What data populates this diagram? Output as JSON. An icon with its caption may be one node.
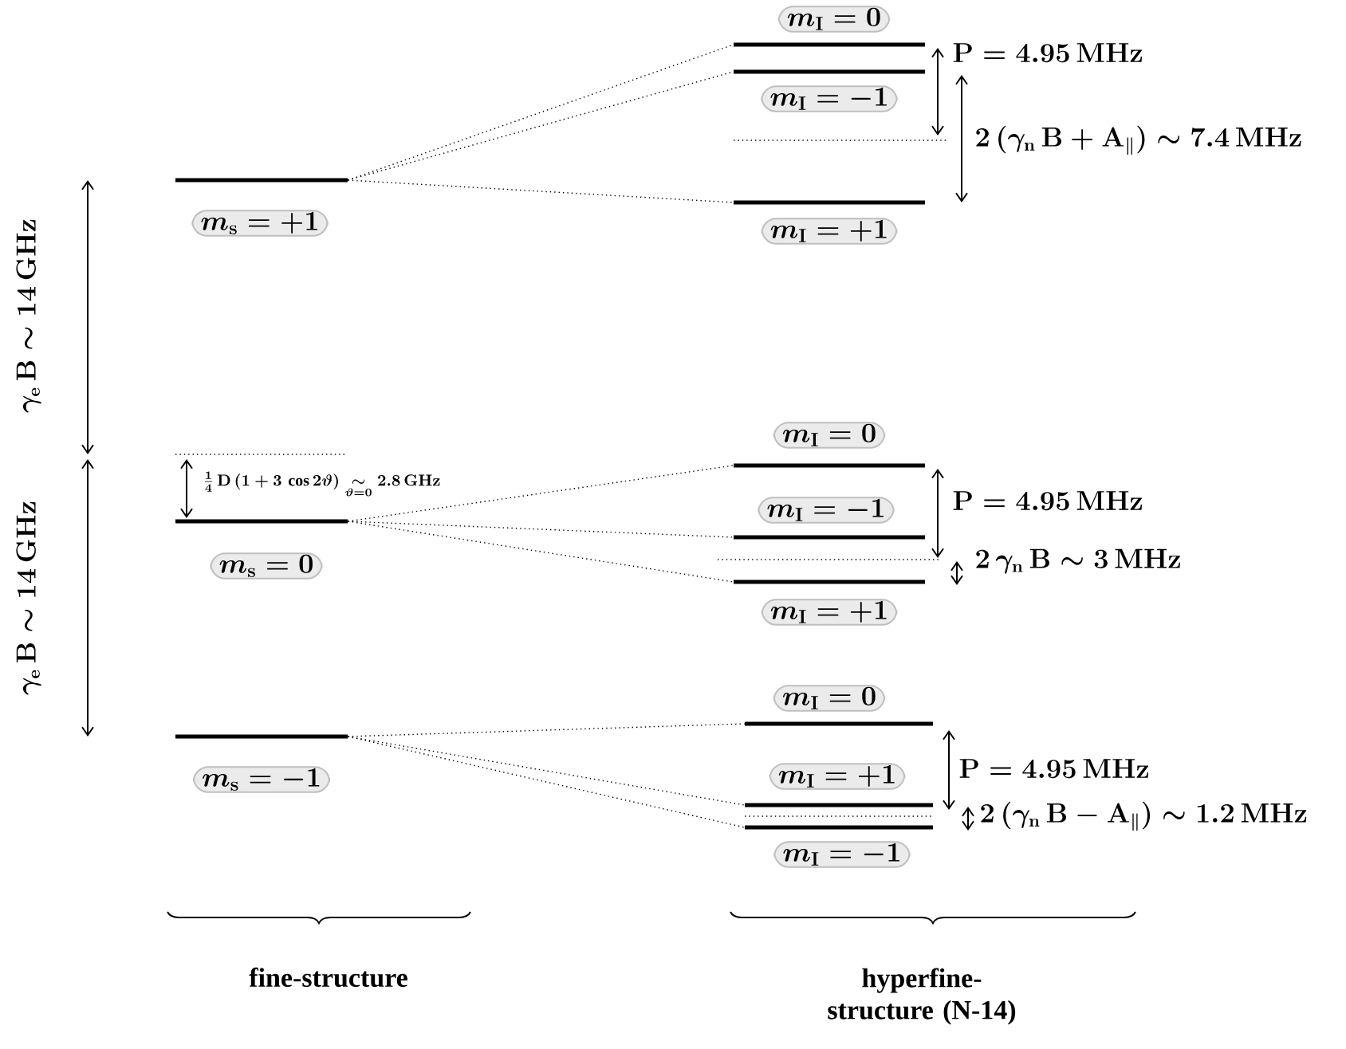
{
  "diagram": {
    "nodes": [
      {
        "text": [
          "m_{\\mathbf{s}} = +1"
        ]
      },
      {
        "text": [
          "m_{\\mathbf{I}} = 0"
        ]
      },
      {
        "text": [
          "m_{\\mathbf{I}} = -1"
        ]
      },
      {
        "text": [
          "m_{\\mathbf{I}} = +1"
        ]
      },
      {
        "text": [
          "m_{\\mathbf{s}} = 0"
        ]
      },
      {
        "text": [
          "m_{\\mathbf{I}} = 0"
        ]
      },
      {
        "text": [
          "m_{\\mathbf{I}} = -1"
        ]
      },
      {
        "text": [
          "m_{\\mathbf{I}} = +1"
        ]
      },
      {
        "text": [
          "m_{\\mathbf{s}} = -1"
        ]
      },
      {
        "text": [
          "m_{\\mathbf{I}} = 0"
        ]
      },
      {
        "text": [
          "m_{\\mathbf{I}} = +1"
        ]
      },
      {
        "text": [
          "m_{\\mathbf{I}} = -1"
        ]
      }
    ],
    "edges": [
      {
        "from": 0,
        "to": 1,
        "arrow": "none"
      },
      {
        "from": 0,
        "to": 2,
        "arrow": "none"
      },
      {
        "from": 0,
        "to": 3,
        "arrow": "none"
      },
      {
        "from": 4,
        "to": 5,
        "arrow": "none"
      },
      {
        "from": 4,
        "to": 6,
        "arrow": "none"
      },
      {
        "from": 4,
        "to": 7,
        "arrow": "none"
      },
      {
        "from": 8,
        "to": 9,
        "arrow": "none"
      },
      {
        "from": 8,
        "to": 10,
        "arrow": "none"
      },
      {
        "from": 8,
        "to": 11,
        "arrow": "none"
      }
    ],
    "labels": [
      "\\mathbf{P} = \\mathbf{4.95\\,MHz}",
      "2\\,(\\gamma_{\\mathbf{n}}\\,\\mathbf{B} + \\mathbf{A}_{\\parallel}) \\sim \\mathbf{7.4\\,MHz}",
      "\\gamma_{\\mathbf{e}}\\,\\mathbf{B} \\sim \\mathbf{14\\,GHz}",
      "\\tfrac{1}{4}\\,\\mathbf{D}\\,(1 + 3\\,\\cos 2\\vartheta) \\underset{\\vartheta=0}{\\sim} \\mathbf{2.8\\,GHz}",
      "\\mathbf{P} = \\mathbf{4.95\\,MHz}",
      "\\gamma_{\\mathbf{e}}\\,\\mathbf{B} \\sim \\mathbf{14\\,GHz}",
      "2\\,\\gamma_{\\mathbf{n}}\\,\\mathbf{B} \\sim \\mathbf{3\\,MHz}",
      "\\mathbf{P} = \\mathbf{4.95\\,MHz}",
      "2\\,(\\gamma_{\\mathbf{n}}\\,\\mathbf{B} - \\mathbf{A}_{\\parallel}) \\sim \\mathbf{1.2\\,MHz}",
      "fine-structure",
      "hyperfine-structure (N-14)"
    ]
  }
}
